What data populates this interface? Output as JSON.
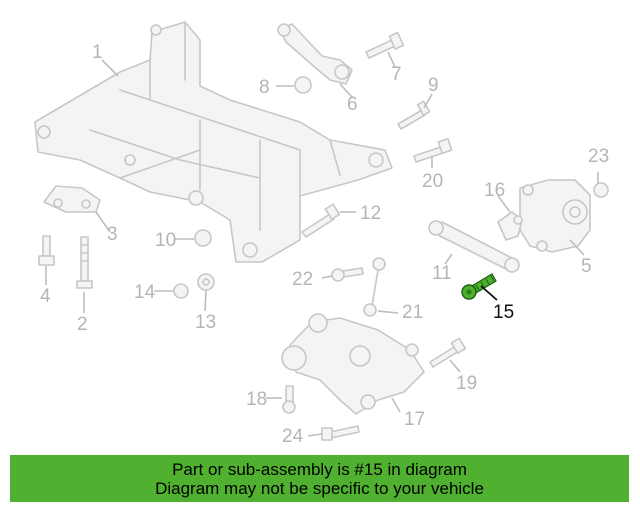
{
  "diagram": {
    "highlighted_part": "15",
    "callouts": [
      "1",
      "2",
      "3",
      "4",
      "5",
      "6",
      "7",
      "8",
      "9",
      "10",
      "11",
      "12",
      "13",
      "14",
      "15",
      "16",
      "17",
      "18",
      "19",
      "20",
      "21",
      "22",
      "23",
      "24"
    ],
    "colors": {
      "highlight": "#4cb02e",
      "banner": "#4fb12f",
      "ghost_stroke": "#c7c7c7",
      "ghost_fill": "#f4f4f4"
    }
  },
  "banner": {
    "line1": "Part or sub-assembly is #15 in diagram",
    "line2": "Diagram may not be specific to your vehicle"
  }
}
